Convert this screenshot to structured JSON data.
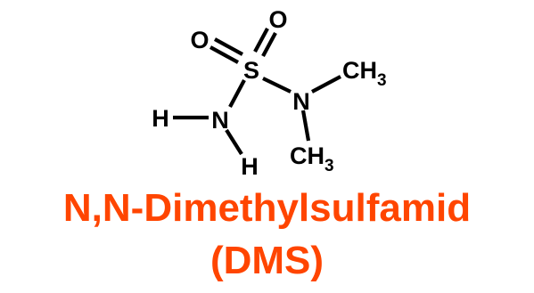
{
  "colors": {
    "title": "#ff4500",
    "structure": "#000000"
  },
  "molecule": {
    "atoms": {
      "oxygen_left": "O",
      "oxygen_top": "O",
      "sulfur": "S",
      "nitrogen_right": "N",
      "nitrogen_left": "N",
      "hydrogen_left": "H",
      "hydrogen_bottom": "H",
      "methyl_top": "CH",
      "methyl_top_sub": "3",
      "methyl_bottom": "CH",
      "methyl_bottom_sub": "3"
    }
  },
  "title": {
    "name": "N,N-Dimethylsulfamid",
    "abbreviation": "(DMS)"
  }
}
